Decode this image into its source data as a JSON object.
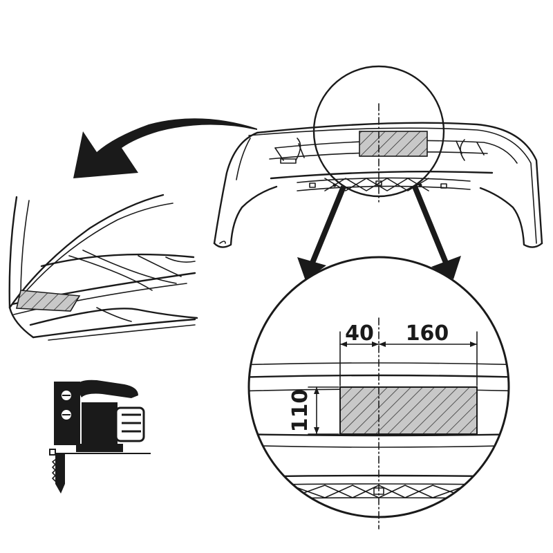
{
  "dimensions": {
    "offset_from_center": "40",
    "cutout_width": "160",
    "cutout_height": "110"
  },
  "colors": {
    "ink": "#1a1a1a",
    "hatch_fill": "#c8c8c8",
    "arrow": "#1a1a1a"
  },
  "icons": [
    "jigsaw-icon",
    "curved-arrow-icon",
    "down-arrow-icon"
  ]
}
